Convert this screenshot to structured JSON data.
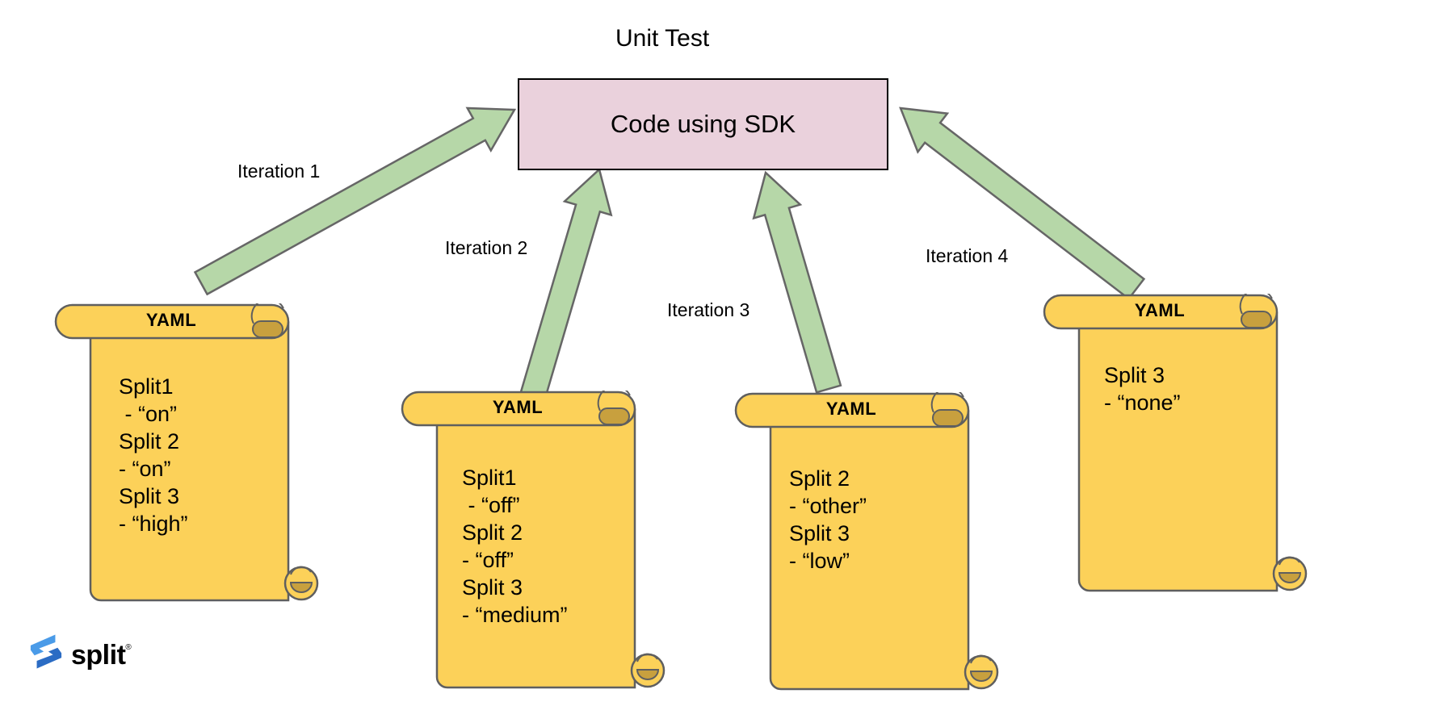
{
  "title": "Unit Test",
  "box": {
    "label": "Code using SDK"
  },
  "arrows": [
    {
      "label": "Iteration 1"
    },
    {
      "label": "Iteration 2"
    },
    {
      "label": "Iteration 3"
    },
    {
      "label": "Iteration 4"
    }
  ],
  "scrolls": [
    {
      "header": "YAML",
      "lines": [
        "Split1",
        " - “on”",
        "Split 2",
        "- “on”",
        "Split 3",
        "- “high”"
      ]
    },
    {
      "header": "YAML",
      "lines": [
        "Split1",
        " - “off”",
        "Split 2",
        "- “off”",
        "Split 3",
        "- “medium”"
      ]
    },
    {
      "header": "YAML",
      "lines": [
        "Split 2",
        "- “other”",
        "Split 3",
        "- “low”"
      ]
    },
    {
      "header": "YAML",
      "lines": [
        "Split 3",
        "- “none”"
      ]
    }
  ],
  "logo": {
    "text": "split",
    "mark": "®"
  },
  "colors": {
    "scroll_fill": "#FCD159",
    "scroll_curl": "#C8A03E",
    "outline": "#5F5F5F",
    "arrow_fill": "#B6D7A8",
    "arrow_outline": "#666666",
    "box_fill": "#EAD1DC",
    "box_border": "#000000",
    "logo_blue_light": "#4A9BE8",
    "logo_blue_dark": "#2B6CC4"
  }
}
